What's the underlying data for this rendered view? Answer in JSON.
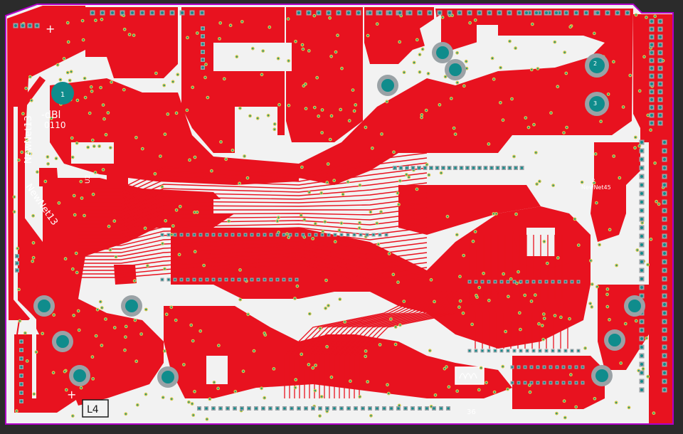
{
  "layer_label": "L4",
  "colors": {
    "canvas": "#2b2b2b",
    "copper": "#e8121f",
    "board": "#f2f2f2",
    "outline": "#b000c8",
    "pad": "#9aa2a6",
    "pad_hole": "#0f8c8c",
    "via_ring": "#d6c84a",
    "silk": "#ffffff"
  },
  "labels": {
    "net13_a": "NewNet13",
    "net13_b": "NewNet13",
    "net45": "NewNet45",
    "u2": "U2",
    "dbl": "-dBl",
    "code_0110": "0110",
    "num_36": "36",
    "num_2": "2",
    "plus_a": "+",
    "plus_b": "+",
    "mh_1": "1",
    "mh_2": "2",
    "mh_3": "3"
  }
}
